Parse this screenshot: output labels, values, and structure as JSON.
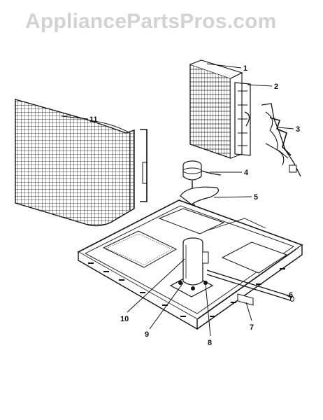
{
  "watermark": "AppliancePartsPros.com",
  "diagram": {
    "callouts": [
      {
        "id": "1",
        "label": "1"
      },
      {
        "id": "2",
        "label": "2"
      },
      {
        "id": "3",
        "label": "3"
      },
      {
        "id": "4",
        "label": "4"
      },
      {
        "id": "5",
        "label": "5"
      },
      {
        "id": "6",
        "label": "6"
      },
      {
        "id": "7",
        "label": "7"
      },
      {
        "id": "8",
        "label": "8"
      },
      {
        "id": "9",
        "label": "9"
      },
      {
        "id": "10",
        "label": "10"
      },
      {
        "id": "11",
        "label": "11"
      }
    ],
    "line_color": "#111111",
    "watermark_color": "#d2d2d2"
  }
}
